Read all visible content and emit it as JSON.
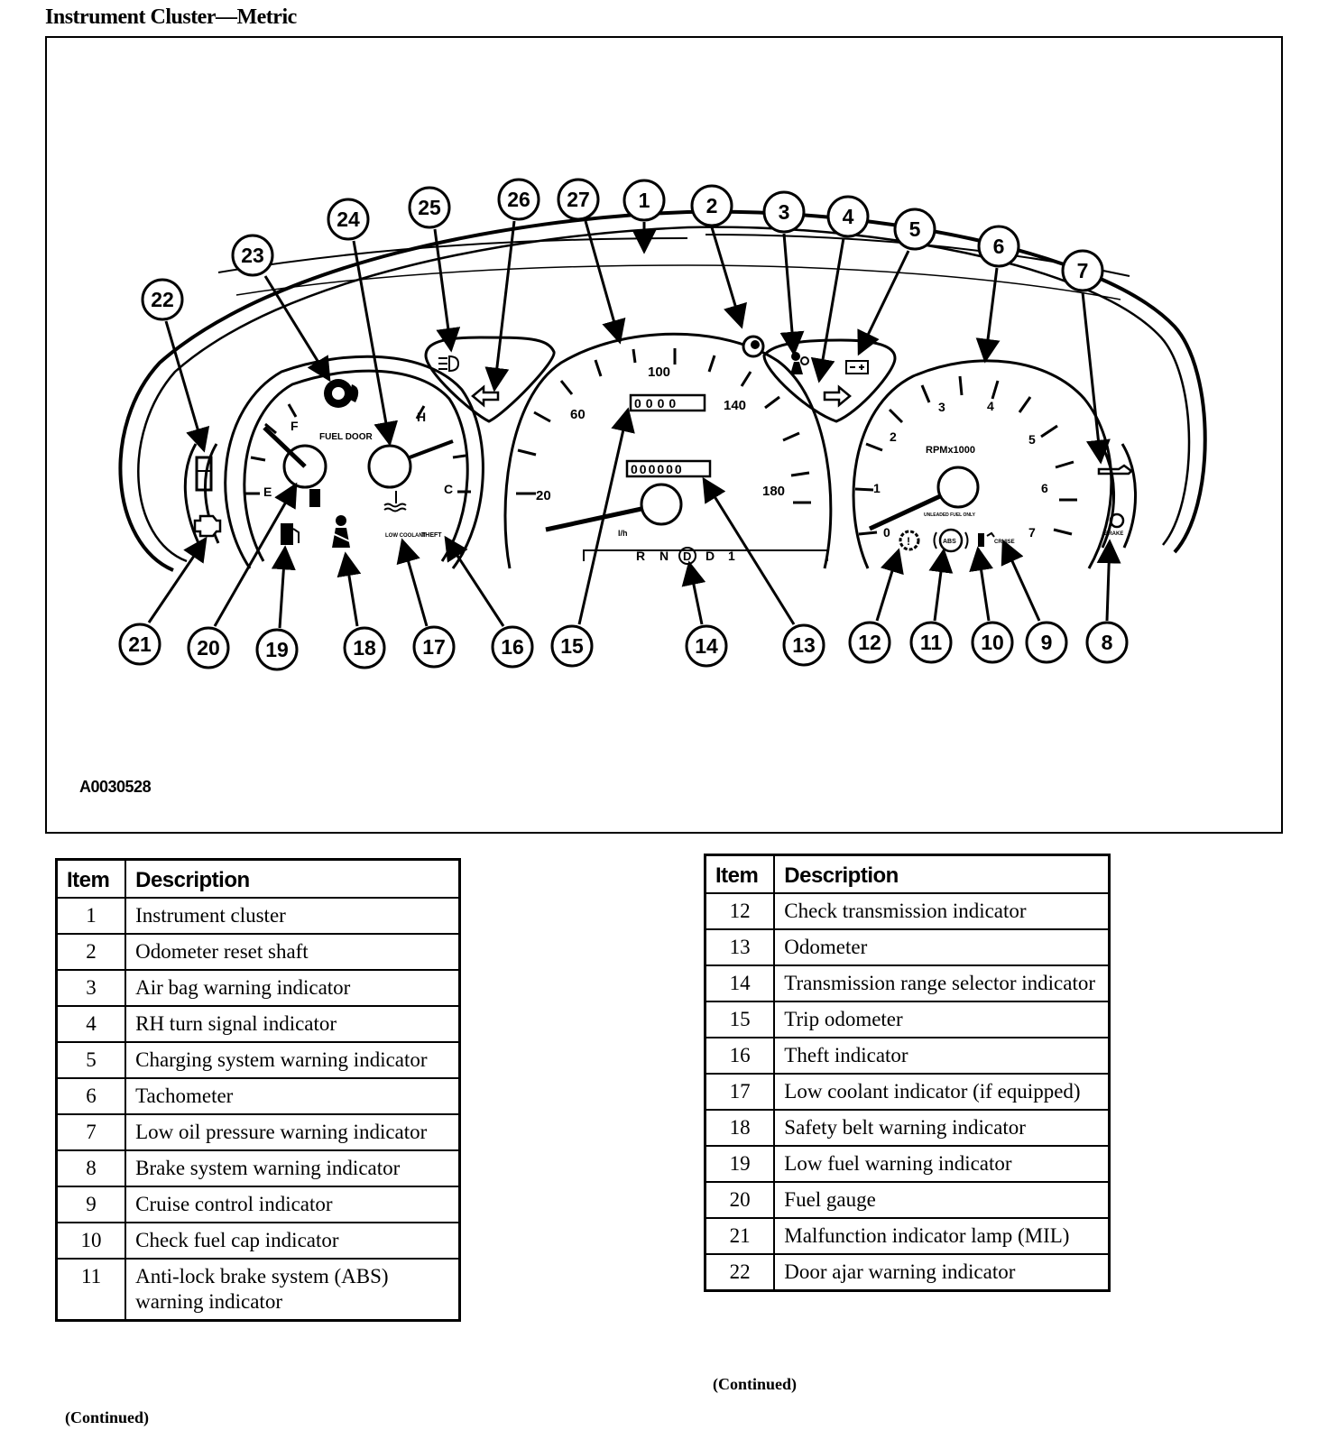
{
  "page": {
    "title": "Instrument Cluster—Metric",
    "figure_id": "A0030528"
  },
  "diagram": {
    "callouts": [
      "1",
      "2",
      "3",
      "4",
      "5",
      "6",
      "7",
      "8",
      "9",
      "10",
      "11",
      "12",
      "13",
      "14",
      "15",
      "16",
      "17",
      "18",
      "19",
      "20",
      "21",
      "22",
      "23",
      "24",
      "25",
      "26",
      "27"
    ],
    "speedometer": {
      "labels": [
        "20",
        "60",
        "100",
        "140",
        "180"
      ],
      "unit": "l/h"
    },
    "tachometer": {
      "labels": [
        "0",
        "1",
        "2",
        "3",
        "4",
        "5",
        "6",
        "7"
      ],
      "unit": "RPMx1000",
      "sublabel": "UNLEADED FUEL ONLY"
    },
    "fuel_gauge": {
      "full": "F",
      "empty": "E",
      "label": "FUEL DOOR"
    },
    "temp_gauge": {
      "hot": "H",
      "cold": "C"
    },
    "prndl": [
      "R",
      "N",
      "D",
      "D",
      "1"
    ],
    "trip_odometer": "0000",
    "odometer": "000000",
    "indicator_labels": {
      "low_coolant": "LOW COOLANT",
      "theft": "THEFT",
      "abs": "ABS",
      "cruise": "CRUISE",
      "brake": "BRAKE"
    }
  },
  "legend_left": {
    "headers": [
      "Item",
      "Description"
    ],
    "rows": [
      {
        "item": "1",
        "desc": "Instrument cluster"
      },
      {
        "item": "2",
        "desc": "Odometer reset shaft"
      },
      {
        "item": "3",
        "desc": "Air bag warning indicator"
      },
      {
        "item": "4",
        "desc": "RH turn signal indicator"
      },
      {
        "item": "5",
        "desc": "Charging system warning indicator"
      },
      {
        "item": "6",
        "desc": "Tachometer"
      },
      {
        "item": "7",
        "desc": "Low oil pressure warning indicator"
      },
      {
        "item": "8",
        "desc": "Brake system warning indicator"
      },
      {
        "item": "9",
        "desc": "Cruise control indicator"
      },
      {
        "item": "10",
        "desc": "Check fuel cap indicator"
      },
      {
        "item": "11",
        "desc": "Anti-lock brake system (ABS) warning indicator"
      }
    ],
    "footer": "(Continued)"
  },
  "legend_right": {
    "headers": [
      "Item",
      "Description"
    ],
    "rows": [
      {
        "item": "12",
        "desc": "Check transmission indicator"
      },
      {
        "item": "13",
        "desc": "Odometer"
      },
      {
        "item": "14",
        "desc": "Transmission range selector indicator"
      },
      {
        "item": "15",
        "desc": "Trip odometer"
      },
      {
        "item": "16",
        "desc": "Theft indicator"
      },
      {
        "item": "17",
        "desc": "Low coolant indicator (if equipped)"
      },
      {
        "item": "18",
        "desc": "Safety belt warning indicator"
      },
      {
        "item": "19",
        "desc": "Low fuel warning indicator"
      },
      {
        "item": "20",
        "desc": "Fuel gauge"
      },
      {
        "item": "21",
        "desc": "Malfunction indicator lamp (MIL)"
      },
      {
        "item": "22",
        "desc": "Door ajar warning indicator"
      }
    ],
    "footer": "(Continued)"
  }
}
